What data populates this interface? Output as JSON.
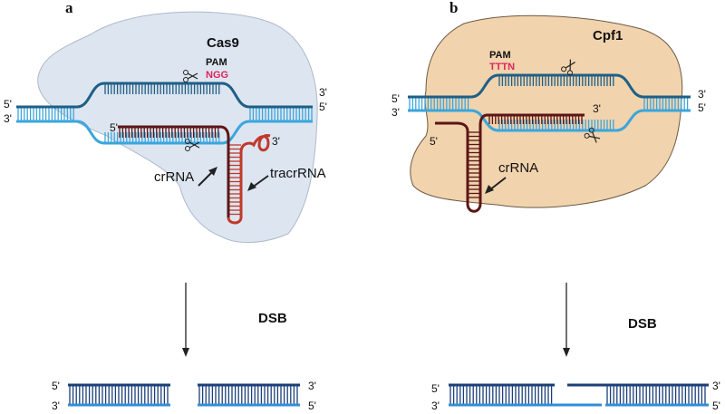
{
  "panels": {
    "a": {
      "label": "a",
      "protein": "Cas9",
      "pam_label": "PAM",
      "pam_seq": "NGG",
      "ends_top": [
        "5'",
        "3'"
      ],
      "ends_bottom": [
        "3'",
        "5'"
      ],
      "rna_5prime": "5'",
      "tracr_3prime": "3'",
      "crrna_label": "crRNA",
      "tracr_label": "tracrRNA",
      "dsb_label": "DSB",
      "product_left_ends": [
        "5'",
        "3'"
      ],
      "product_right_ends": [
        "3'",
        "5'"
      ]
    },
    "b": {
      "label": "b",
      "protein": "Cpf1",
      "pam_label": "PAM",
      "pam_seq": "TTTN",
      "ends_top": [
        "5'",
        "3'"
      ],
      "ends_bottom": [
        "3'",
        "5'"
      ],
      "rna_3prime": "3'",
      "rna_5prime": "5'",
      "crrna_label": "crRNA",
      "dsb_label": "DSB",
      "product_left_ends": [
        "5'",
        "3'"
      ],
      "product_right_ends": [
        "3'",
        "5'"
      ]
    }
  },
  "colors": {
    "cas9_body": "#dde5f0",
    "cas9_edge": "#aeb9c9",
    "cpf1_body": "#f1d3ad",
    "cpf1_edge": "#6b5a44",
    "dna_dark": "#1f5f86",
    "dna_light": "#3aa6dd",
    "product_dark": "#1b3f7a",
    "product_light": "#2f8fd8",
    "rna_dark": "#5b1616",
    "rna_red": "#c0392b",
    "pam_red": "#e0245e",
    "arrow": "#222222"
  }
}
